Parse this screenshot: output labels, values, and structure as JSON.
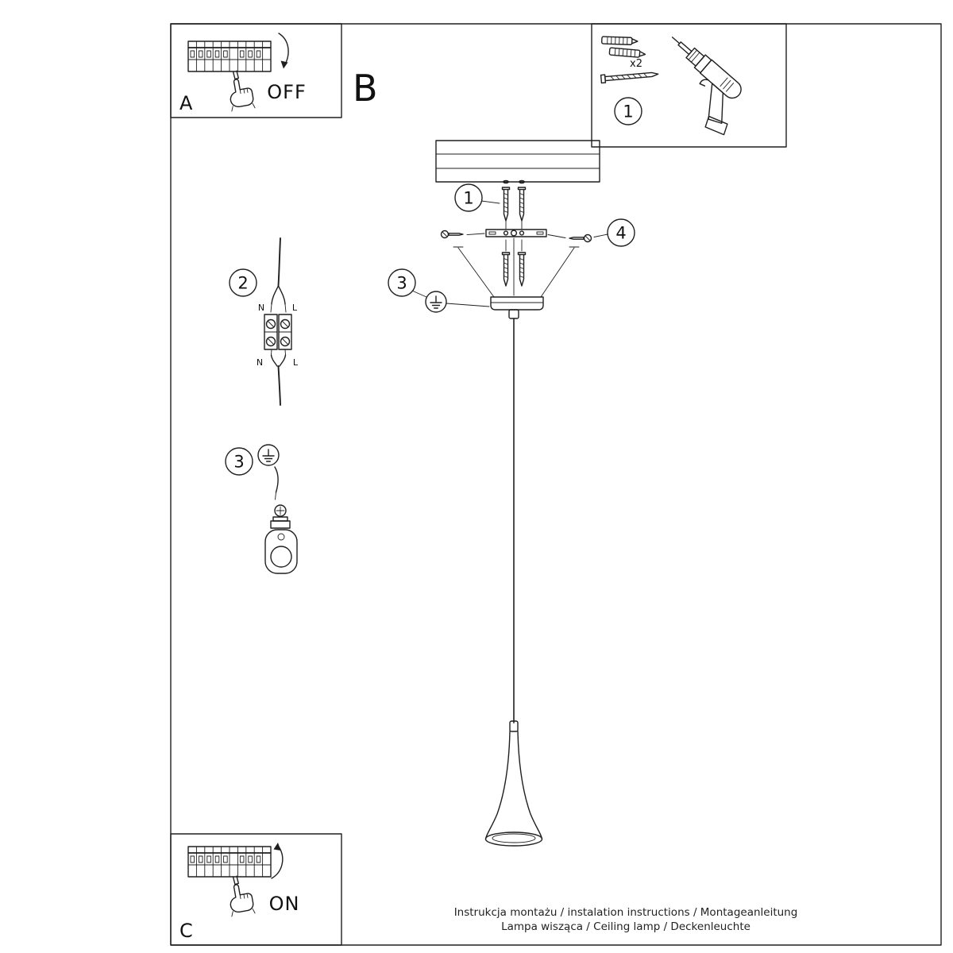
{
  "sections": {
    "a_label": "A",
    "b_label": "B",
    "c_label": "C"
  },
  "switch_states": {
    "off_label": "OFF",
    "on_label": "ON"
  },
  "kit": {
    "plug_quantity": "x2",
    "callout_number": "1"
  },
  "callouts": {
    "screws": "1",
    "wiring": "2",
    "ground_wiring": "3",
    "ground_canopy": "3",
    "side_screws": "4"
  },
  "wiring_labels": {
    "n_top": "N",
    "l_top": "L",
    "n_bottom": "N",
    "l_bottom": "L"
  },
  "footer": {
    "line1": "Instrukcja montażu / instalation instructions / Montageanleitung",
    "line2": "Lampa wisząca / Ceiling lamp / Deckenleuchte"
  },
  "colors": {
    "line": "#1f1f1f",
    "background": "#ffffff"
  }
}
